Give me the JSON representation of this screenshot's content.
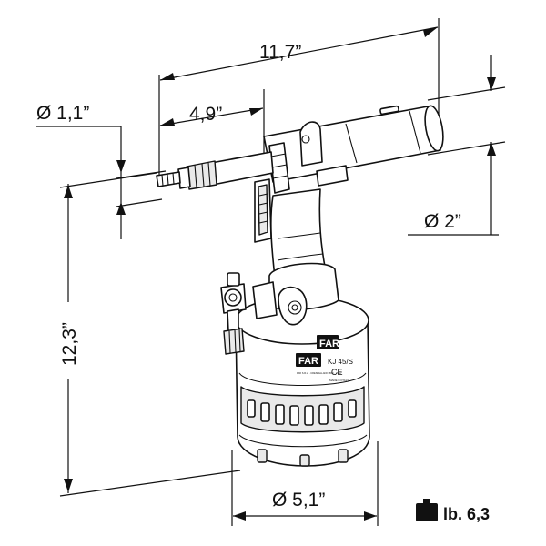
{
  "dimensions": {
    "overall_length": "11,7”",
    "nose_length": "4,9”",
    "nose_diameter": "Ø 1,1”",
    "head_diameter": "Ø 2”",
    "overall_height": "12,3”",
    "base_diameter": "Ø 5,1”"
  },
  "weight": {
    "icon": "weight-icon",
    "label": "lb. 6,3"
  },
  "tool_markings": {
    "brand": "FAR",
    "model": "KJ 45/S",
    "ce_mark": "CE",
    "made_in": "MADE IN ITALY",
    "fine_print": "FAR S.R.L. · CRESPELLANO (BO) · ITALY"
  }
}
